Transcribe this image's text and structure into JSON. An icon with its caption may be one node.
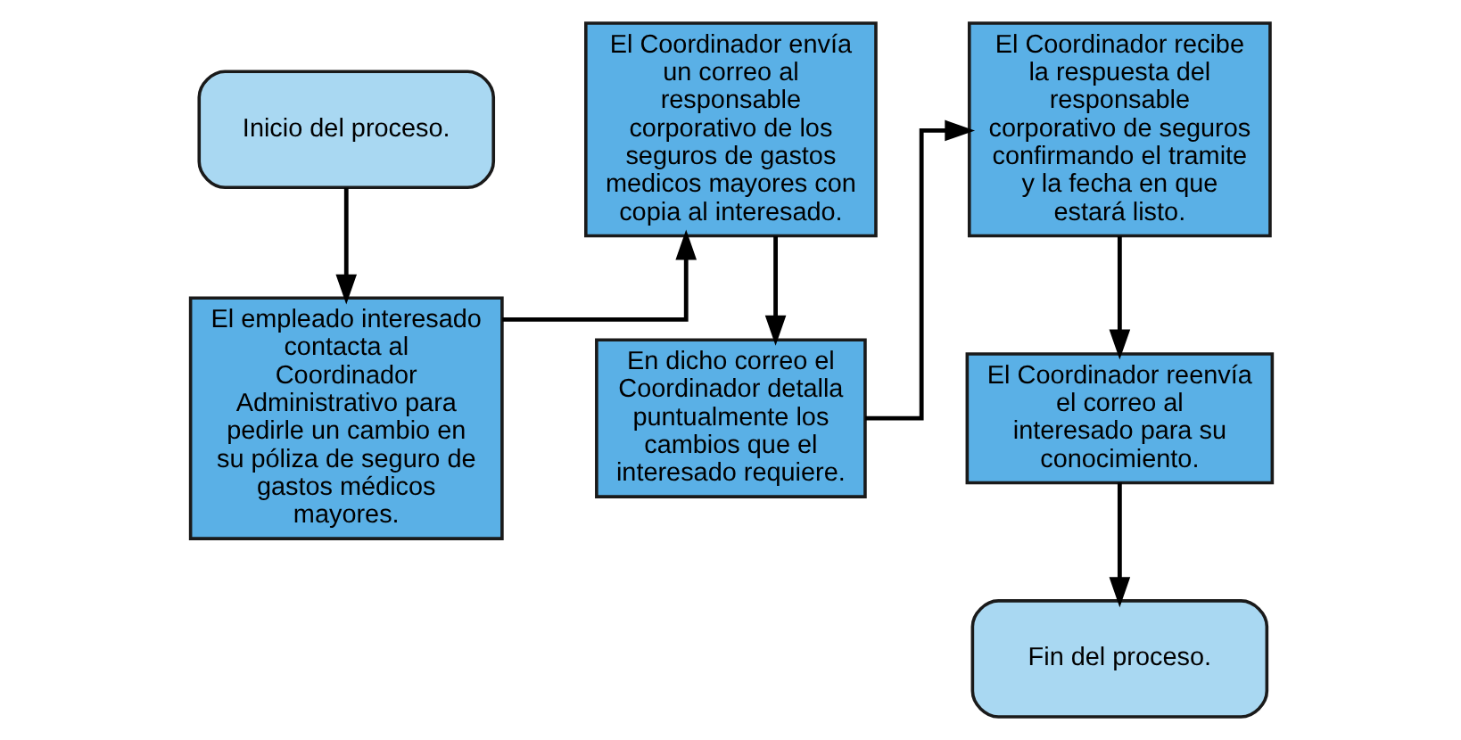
{
  "diagram": {
    "nodes": [
      {
        "text": [
          "Inicio del proceso."
        ]
      },
      {
        "text": [
          "El empleado interesado contacta al Coordinador Administrativo para pedirle un cambio en su póliza de seguro de gastos médicos mayores."
        ]
      },
      {
        "text": [
          "El Coordinador envía un correo al responsable corporativo de los seguros de gastos medicos mayores con copia al interesado."
        ]
      },
      {
        "text": [
          "En dicho correo el Coordinador detalla puntualmente los cambios que el interesado requiere."
        ]
      },
      {
        "text": [
          "El Coordinador recibe la respuesta del responsable corporativo de seguros confirmando el tramite y la fecha en que estará listo."
        ]
      },
      {
        "text": [
          "El Coordinador reenvía el correo al interesado para su conocimiento."
        ]
      },
      {
        "text": [
          "Fin del proceso."
        ]
      }
    ],
    "edges": [
      {
        "from": 0,
        "to": 1,
        "arrow": "to"
      },
      {
        "from": 1,
        "to": 2,
        "arrow": "to"
      },
      {
        "from": 2,
        "to": 3,
        "arrow": "to"
      },
      {
        "from": 3,
        "to": 4,
        "arrow": "to"
      },
      {
        "from": 4,
        "to": 5,
        "arrow": "to"
      },
      {
        "from": 5,
        "to": 6,
        "arrow": "to"
      }
    ]
  }
}
